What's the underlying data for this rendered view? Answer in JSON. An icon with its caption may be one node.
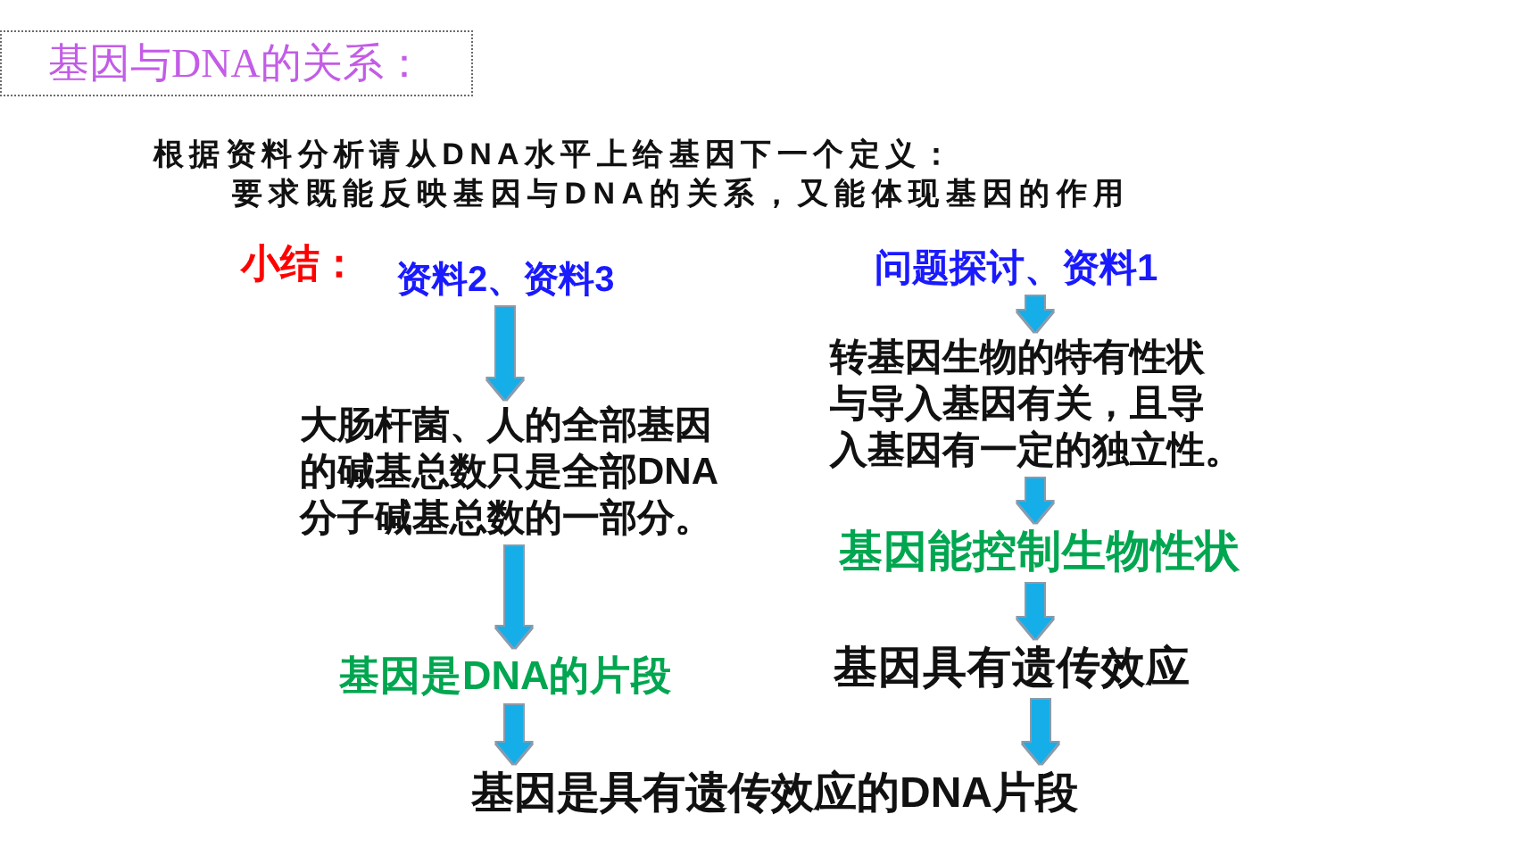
{
  "diagram": {
    "title": "基因与DNA的关系：",
    "nodes": [
      {
        "text": [
          "资料2、资料3"
        ]
      },
      {
        "text": [
          "大肠杆菌、人的全部基因的碱基总数只是全部DNA分子碱基总数的一部分。"
        ]
      },
      {
        "text": [
          "基因是DNA的片段"
        ]
      },
      {
        "text": [
          "问题探讨、资料1"
        ]
      },
      {
        "text": [
          "转基因生物的特有性状与导入基因有关，且导入基因有一定的独立性。"
        ]
      },
      {
        "text": [
          "基因能控制生物性状"
        ]
      },
      {
        "text": [
          "基因具有**遗传效应**"
        ]
      },
      {
        "text": [
          "基因是具有**遗传效应的DNA片段**"
        ]
      }
    ],
    "edges": [
      {
        "from": 0,
        "to": 1,
        "arrow": "to"
      },
      {
        "from": 1,
        "to": 2,
        "arrow": "to"
      },
      {
        "from": 2,
        "to": 7,
        "arrow": "to"
      },
      {
        "from": 3,
        "to": 4,
        "arrow": "to"
      },
      {
        "from": 4,
        "to": 5,
        "arrow": "to"
      },
      {
        "from": 5,
        "to": 6,
        "arrow": "to"
      },
      {
        "from": 6,
        "to": 7,
        "arrow": "to"
      }
    ],
    "labels": [
      "根据资料分析请从DNA水平上给基因下一个定义：",
      "要求既能反映基因与DNA的关系，又能体现基因的作用",
      "小结："
    ]
  }
}
